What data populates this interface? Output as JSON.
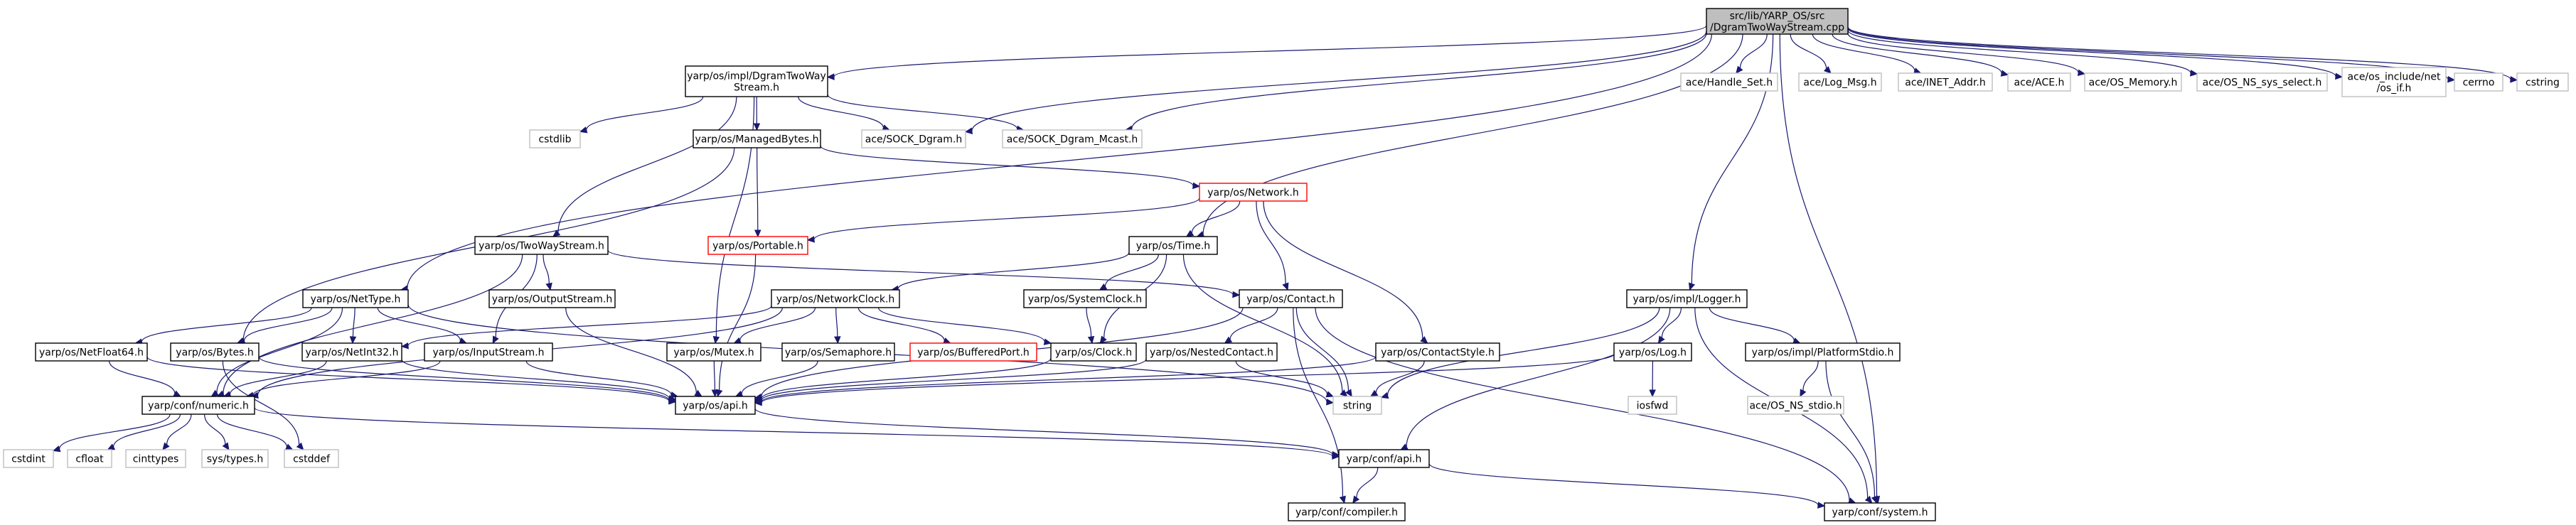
{
  "diagram": {
    "type": "include-dependency-graph",
    "colors": {
      "edge": "#191970",
      "node_border": "#000000",
      "root_fill": "#bfbfbf",
      "external_border": "#bfbfbf",
      "incomplete_border": "#ff0000"
    },
    "nodes": [
      {
        "id": "root",
        "lines": [
          "src/lib/YARP_OS/src",
          "/DgramTwoWayStream.cpp"
        ],
        "kind": "root"
      },
      {
        "id": "impl_dgram",
        "lines": [
          "yarp/os/impl/DgramTwoWay",
          "Stream.h"
        ],
        "kind": "normal"
      },
      {
        "id": "cstdlib",
        "lines": [
          "cstdlib"
        ],
        "kind": "external"
      },
      {
        "id": "managed_bytes",
        "lines": [
          "yarp/os/ManagedBytes.h"
        ],
        "kind": "normal"
      },
      {
        "id": "sock_dgram",
        "lines": [
          "ace/SOCK_Dgram.h"
        ],
        "kind": "external"
      },
      {
        "id": "sock_mcast",
        "lines": [
          "ace/SOCK_Dgram_Mcast.h"
        ],
        "kind": "external"
      },
      {
        "id": "handle_set",
        "lines": [
          "ace/Handle_Set.h"
        ],
        "kind": "external"
      },
      {
        "id": "log_msg",
        "lines": [
          "ace/Log_Msg.h"
        ],
        "kind": "external"
      },
      {
        "id": "inet_addr",
        "lines": [
          "ace/INET_Addr.h"
        ],
        "kind": "external"
      },
      {
        "id": "ace_h",
        "lines": [
          "ace/ACE.h"
        ],
        "kind": "external"
      },
      {
        "id": "os_memory",
        "lines": [
          "ace/OS_Memory.h"
        ],
        "kind": "external"
      },
      {
        "id": "os_ns_select",
        "lines": [
          "ace/OS_NS_sys_select.h"
        ],
        "kind": "external"
      },
      {
        "id": "os_include_net",
        "lines": [
          "ace/os_include/net",
          "/os_if.h"
        ],
        "kind": "external"
      },
      {
        "id": "cerrno",
        "lines": [
          "cerrno"
        ],
        "kind": "external"
      },
      {
        "id": "cstring",
        "lines": [
          "cstring"
        ],
        "kind": "external"
      },
      {
        "id": "network",
        "lines": [
          "yarp/os/Network.h"
        ],
        "kind": "incomplete"
      },
      {
        "id": "portable",
        "lines": [
          "yarp/os/Portable.h"
        ],
        "kind": "incomplete"
      },
      {
        "id": "time",
        "lines": [
          "yarp/os/Time.h"
        ],
        "kind": "normal"
      },
      {
        "id": "two_way",
        "lines": [
          "yarp/os/TwoWayStream.h"
        ],
        "kind": "normal"
      },
      {
        "id": "network_clock",
        "lines": [
          "yarp/os/NetworkClock.h"
        ],
        "kind": "normal"
      },
      {
        "id": "system_clock",
        "lines": [
          "yarp/os/SystemClock.h"
        ],
        "kind": "normal"
      },
      {
        "id": "contact",
        "lines": [
          "yarp/os/Contact.h"
        ],
        "kind": "normal"
      },
      {
        "id": "net_type",
        "lines": [
          "yarp/os/NetType.h"
        ],
        "kind": "normal"
      },
      {
        "id": "output_stream",
        "lines": [
          "yarp/os/OutputStream.h"
        ],
        "kind": "normal"
      },
      {
        "id": "logger",
        "lines": [
          "yarp/os/impl/Logger.h"
        ],
        "kind": "normal"
      },
      {
        "id": "net_float64",
        "lines": [
          "yarp/os/NetFloat64.h"
        ],
        "kind": "normal"
      },
      {
        "id": "bytes",
        "lines": [
          "yarp/os/Bytes.h"
        ],
        "kind": "normal"
      },
      {
        "id": "net_int32",
        "lines": [
          "yarp/os/NetInt32.h"
        ],
        "kind": "normal"
      },
      {
        "id": "input_stream",
        "lines": [
          "yarp/os/InputStream.h"
        ],
        "kind": "normal"
      },
      {
        "id": "mutex",
        "lines": [
          "yarp/os/Mutex.h"
        ],
        "kind": "normal"
      },
      {
        "id": "semaphore",
        "lines": [
          "yarp/os/Semaphore.h"
        ],
        "kind": "normal"
      },
      {
        "id": "buffered_port",
        "lines": [
          "yarp/os/BufferedPort.h"
        ],
        "kind": "incomplete"
      },
      {
        "id": "clock",
        "lines": [
          "yarp/os/Clock.h"
        ],
        "kind": "normal"
      },
      {
        "id": "nested_contact",
        "lines": [
          "yarp/os/NestedContact.h"
        ],
        "kind": "normal"
      },
      {
        "id": "contact_style",
        "lines": [
          "yarp/os/ContactStyle.h"
        ],
        "kind": "normal"
      },
      {
        "id": "log_h",
        "lines": [
          "yarp/os/Log.h"
        ],
        "kind": "normal"
      },
      {
        "id": "platform_stdio",
        "lines": [
          "yarp/os/impl/PlatformStdio.h"
        ],
        "kind": "normal"
      },
      {
        "id": "conf_numeric",
        "lines": [
          "yarp/conf/numeric.h"
        ],
        "kind": "normal"
      },
      {
        "id": "os_api",
        "lines": [
          "yarp/os/api.h"
        ],
        "kind": "normal"
      },
      {
        "id": "string",
        "lines": [
          "string"
        ],
        "kind": "external"
      },
      {
        "id": "iosfwd",
        "lines": [
          "iosfwd"
        ],
        "kind": "external"
      },
      {
        "id": "os_ns_stdio",
        "lines": [
          "ace/OS_NS_stdio.h"
        ],
        "kind": "external"
      },
      {
        "id": "cstdint",
        "lines": [
          "cstdint"
        ],
        "kind": "external"
      },
      {
        "id": "cfloat",
        "lines": [
          "cfloat"
        ],
        "kind": "external"
      },
      {
        "id": "cinttypes",
        "lines": [
          "cinttypes"
        ],
        "kind": "external"
      },
      {
        "id": "sys_types",
        "lines": [
          "sys/types.h"
        ],
        "kind": "external"
      },
      {
        "id": "cstddef",
        "lines": [
          "cstddef"
        ],
        "kind": "external"
      },
      {
        "id": "conf_api",
        "lines": [
          "yarp/conf/api.h"
        ],
        "kind": "normal"
      },
      {
        "id": "conf_compiler",
        "lines": [
          "yarp/conf/compiler.h"
        ],
        "kind": "normal"
      },
      {
        "id": "conf_system",
        "lines": [
          "yarp/conf/system.h"
        ],
        "kind": "normal"
      }
    ],
    "edges": [
      [
        "root",
        "impl_dgram"
      ],
      [
        "root",
        "sock_dgram"
      ],
      [
        "root",
        "sock_mcast"
      ],
      [
        "root",
        "handle_set"
      ],
      [
        "root",
        "log_msg"
      ],
      [
        "root",
        "inet_addr"
      ],
      [
        "root",
        "ace_h"
      ],
      [
        "root",
        "os_memory"
      ],
      [
        "root",
        "os_ns_select"
      ],
      [
        "root",
        "os_include_net"
      ],
      [
        "root",
        "cerrno"
      ],
      [
        "root",
        "cstring"
      ],
      [
        "root",
        "net_type"
      ],
      [
        "root",
        "time"
      ],
      [
        "root",
        "logger"
      ],
      [
        "root",
        "conf_system"
      ],
      [
        "impl_dgram",
        "cstdlib"
      ],
      [
        "impl_dgram",
        "managed_bytes"
      ],
      [
        "impl_dgram",
        "sock_dgram"
      ],
      [
        "impl_dgram",
        "sock_mcast"
      ],
      [
        "impl_dgram",
        "two_way"
      ],
      [
        "impl_dgram",
        "mutex"
      ],
      [
        "managed_bytes",
        "network"
      ],
      [
        "managed_bytes",
        "portable"
      ],
      [
        "managed_bytes",
        "bytes"
      ],
      [
        "network",
        "portable"
      ],
      [
        "network",
        "time"
      ],
      [
        "network",
        "contact"
      ],
      [
        "network",
        "contact_style"
      ],
      [
        "portable",
        "os_api"
      ],
      [
        "time",
        "network_clock"
      ],
      [
        "time",
        "system_clock"
      ],
      [
        "time",
        "clock"
      ],
      [
        "time",
        "string"
      ],
      [
        "two_way",
        "output_stream"
      ],
      [
        "two_way",
        "input_stream"
      ],
      [
        "two_way",
        "contact"
      ],
      [
        "two_way",
        "conf_numeric"
      ],
      [
        "network_clock",
        "mutex"
      ],
      [
        "network_clock",
        "semaphore"
      ],
      [
        "network_clock",
        "buffered_port"
      ],
      [
        "network_clock",
        "clock"
      ],
      [
        "network_clock",
        "net_int32"
      ],
      [
        "network_clock",
        "conf_numeric"
      ],
      [
        "system_clock",
        "clock"
      ],
      [
        "contact",
        "nested_contact"
      ],
      [
        "contact",
        "string"
      ],
      [
        "contact",
        "conf_compiler"
      ],
      [
        "contact",
        "conf_system"
      ],
      [
        "contact",
        "os_api"
      ],
      [
        "net_type",
        "net_float64"
      ],
      [
        "net_type",
        "bytes"
      ],
      [
        "net_type",
        "net_int32"
      ],
      [
        "net_type",
        "input_stream"
      ],
      [
        "net_type",
        "string"
      ],
      [
        "net_type",
        "conf_numeric"
      ],
      [
        "output_stream",
        "os_api"
      ],
      [
        "logger",
        "log_h"
      ],
      [
        "logger",
        "platform_stdio"
      ],
      [
        "logger",
        "string"
      ],
      [
        "logger",
        "conf_api"
      ],
      [
        "logger",
        "conf_system"
      ],
      [
        "net_float64",
        "conf_numeric"
      ],
      [
        "net_float64",
        "os_api"
      ],
      [
        "bytes",
        "os_api"
      ],
      [
        "bytes",
        "cstddef"
      ],
      [
        "net_int32",
        "conf_numeric"
      ],
      [
        "net_int32",
        "os_api"
      ],
      [
        "input_stream",
        "os_api"
      ],
      [
        "input_stream",
        "conf_numeric"
      ],
      [
        "mutex",
        "os_api"
      ],
      [
        "semaphore",
        "os_api"
      ],
      [
        "clock",
        "os_api"
      ],
      [
        "nested_contact",
        "os_api"
      ],
      [
        "nested_contact",
        "string"
      ],
      [
        "contact_style",
        "os_api"
      ],
      [
        "contact_style",
        "string"
      ],
      [
        "log_h",
        "iosfwd"
      ],
      [
        "log_h",
        "os_api"
      ],
      [
        "platform_stdio",
        "os_ns_stdio"
      ],
      [
        "platform_stdio",
        "conf_system"
      ],
      [
        "conf_numeric",
        "cstdint"
      ],
      [
        "conf_numeric",
        "cfloat"
      ],
      [
        "conf_numeric",
        "cinttypes"
      ],
      [
        "conf_numeric",
        "sys_types"
      ],
      [
        "conf_numeric",
        "cstddef"
      ],
      [
        "conf_numeric",
        "conf_api"
      ],
      [
        "os_api",
        "conf_api"
      ],
      [
        "conf_api",
        "conf_compiler"
      ],
      [
        "conf_api",
        "conf_system"
      ]
    ]
  }
}
